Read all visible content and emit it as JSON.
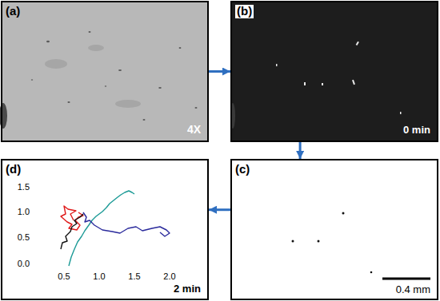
{
  "diagram": {
    "nodes": [
      {
        "text": [
          "(a)",
          "4X"
        ]
      },
      {
        "text": [
          "(b)",
          "0 min"
        ]
      },
      {
        "text": [
          "(c)",
          "0.4 mm"
        ]
      },
      {
        "text": [
          "(d)",
          "2 min"
        ]
      }
    ],
    "edges": [
      {
        "from": 0,
        "to": 1,
        "arrow": "to"
      },
      {
        "from": 1,
        "to": 2,
        "arrow": "to"
      },
      {
        "from": 2,
        "to": 3,
        "arrow": "to"
      }
    ],
    "labels": [
      "1.5",
      "1.0",
      "0.5",
      "0.0",
      "0.5",
      "1.0",
      "1.5",
      "2.0"
    ]
  }
}
